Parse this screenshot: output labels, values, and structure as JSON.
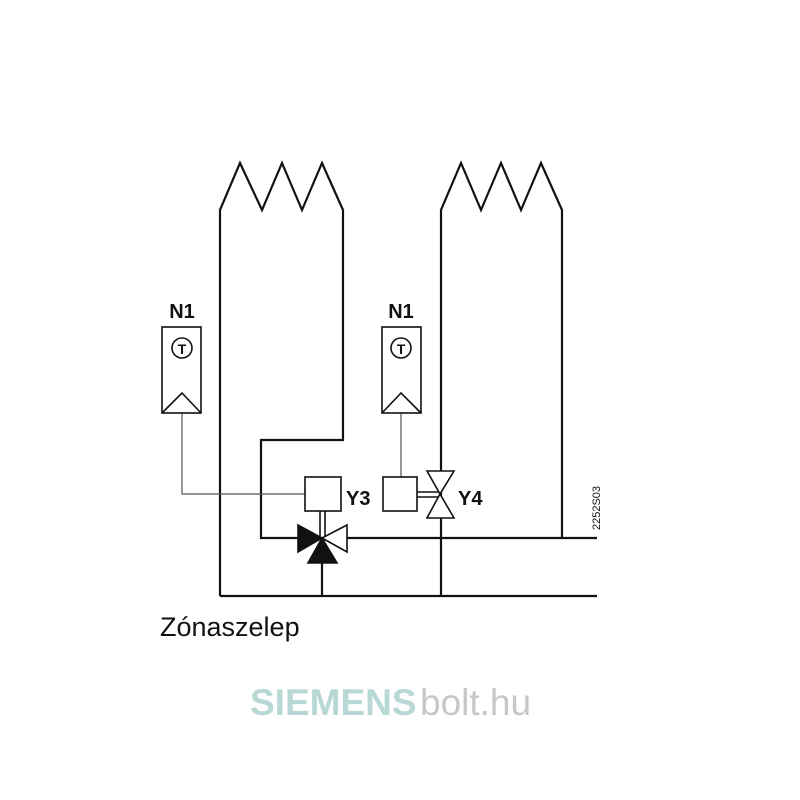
{
  "labels": {
    "sensor_left": "N1",
    "sensor_right": "N1",
    "sensor_symbol": "T",
    "valve_mixing": "Y3",
    "valve_zone": "Y4",
    "drawing_code": "2252S03",
    "caption": "Zónaszelep"
  },
  "watermark": {
    "brand": "SIEMENS",
    "suffix": "bolt.hu"
  },
  "colors": {
    "line": "#111111",
    "watermark_brand": "#5fa8a0",
    "watermark_suffix": "#999999"
  }
}
